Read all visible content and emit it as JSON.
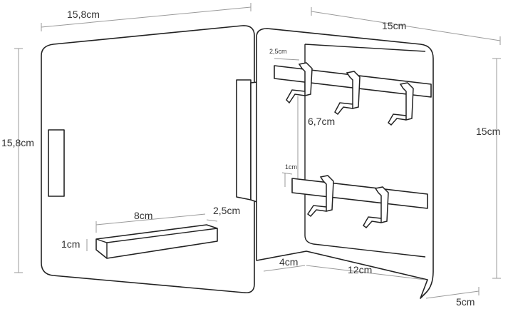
{
  "dimensions": {
    "door_width": "15,8cm",
    "box_width": "15cm",
    "door_height": "15,8cm",
    "box_height": "15cm",
    "hook_spacing": "2,5cm",
    "rail_spacing": "6,7cm",
    "rail_height": "1cm",
    "tray_length": "8cm",
    "tray_depth": "2,5cm",
    "tray_height": "1cm",
    "bottom_left": "4cm",
    "bottom_interior": "12cm",
    "box_depth": "5cm"
  }
}
